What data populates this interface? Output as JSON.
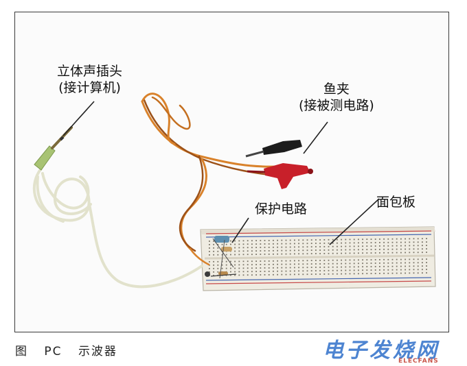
{
  "labels": {
    "stereo_plug": [
      "立体声插头",
      "(接计算机)"
    ],
    "alligator_clip": [
      "鱼夹",
      "(接被测电路)"
    ],
    "protection_circuit": "保护电路",
    "breadboard": "面包板"
  },
  "caption": {
    "prefix": "图",
    "name": "PC",
    "suffix": "示波器"
  },
  "watermark": {
    "text": "电子发烧网",
    "sub": "ELECFANS"
  },
  "colors": {
    "cable_white": "#e4e4d0",
    "wire_orange": "#d9822b",
    "wire_brown": "#8b4a17",
    "clip_red": "#c8202a",
    "clip_black": "#1c1c1c",
    "breadboard": "#f2efe6",
    "plug_green": "#9cb86b"
  }
}
